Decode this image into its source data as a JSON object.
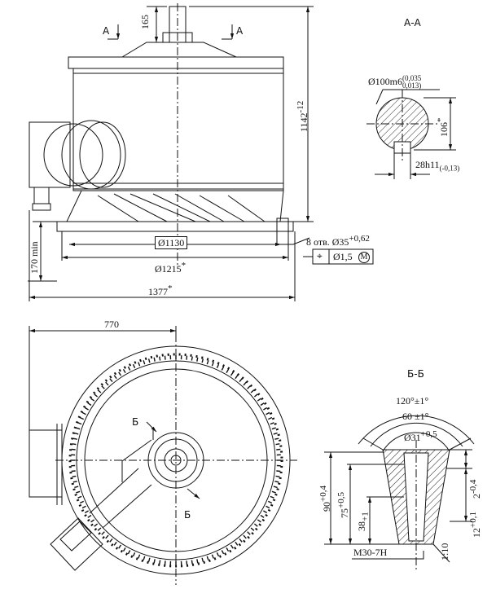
{
  "colors": {
    "ink": "#111111",
    "paper": "#ffffff",
    "hatch": "#222222"
  },
  "section_aa": {
    "mark": "А",
    "title": "А-А",
    "shaft_dia": "Ø100m6",
    "shaft_dia_tol_upper": "0,035",
    "shaft_dia_tol_lower": "0,013",
    "key_depth": "106",
    "key_depth_tol": "*",
    "key_width": "28h11",
    "key_width_tol": "(-0,13)"
  },
  "section_bb": {
    "mark": "Б",
    "title": "Б-Б",
    "angle_outer": "120°±1°",
    "angle_inner": "60 ±1°",
    "hole_dia": "Ø31",
    "hole_dia_tol": "+0,5",
    "depth_total": "90",
    "depth_total_tol": "+0,4",
    "depth_mid": "75",
    "depth_mid_tol": "+0,5",
    "depth_thread": "38",
    "depth_thread_tol": "+1",
    "chamfer": "2",
    "chamfer_tol": "-0,4",
    "counterbore": "12",
    "counterbore_tol": "+0,1",
    "thread": "M30-7H",
    "cone": "1:10"
  },
  "front_view": {
    "shaft_height": "165",
    "overall_height": "1142",
    "overall_height_tol": "-12",
    "base_height": "170 min",
    "bolt_circle": "Ø1130",
    "base_dia": "Ø1215",
    "base_dia_tol": "*",
    "overall_width": "1377",
    "overall_width_tol": "*",
    "holes_note": "8 отв. Ø35",
    "holes_tol": "+0,62",
    "position_tol_symbol": "⌖",
    "position_tol_value": "Ø1,5",
    "position_tol_modifier": "M"
  },
  "plan_view": {
    "offset_dim": "770"
  }
}
